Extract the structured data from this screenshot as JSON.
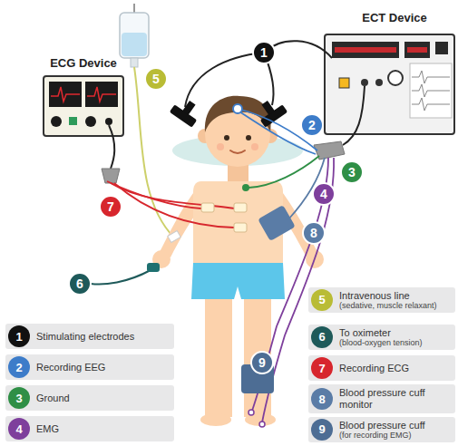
{
  "diagram": {
    "nodes": [
      {
        "text": [
          "1"
        ]
      },
      {
        "text": [
          "ECT Device"
        ]
      },
      {
        "text": [
          "ECG Device"
        ]
      },
      {
        "text": [
          "5"
        ]
      },
      {
        "text": [
          "2"
        ]
      },
      {
        "text": [
          "3"
        ]
      },
      {
        "text": [
          "4"
        ]
      },
      {
        "text": [
          "7"
        ]
      },
      {
        "text": [
          "8"
        ]
      },
      {
        "text": [
          "6"
        ]
      },
      {
        "text": [
          "9"
        ]
      },
      {
        "text": [
          "Intravenous line",
          "(sedative, muscle relaxant)"
        ]
      },
      {
        "text": [
          "5"
        ],
        "in": 11
      },
      {
        "text": [
          "Stimulating electrodes"
        ]
      },
      {
        "text": [
          "1"
        ],
        "in": 13
      },
      {
        "text": [
          "To oximeter",
          "(blood-oxygen tension)"
        ]
      },
      {
        "text": [
          "6"
        ],
        "in": 15
      },
      {
        "text": [
          "Recording EEG"
        ]
      },
      {
        "text": [
          "2"
        ],
        "in": 17
      },
      {
        "text": [
          "Recording ECG"
        ]
      },
      {
        "text": [
          "7"
        ],
        "in": 19
      },
      {
        "text": [
          "Ground"
        ]
      },
      {
        "text": [
          "3"
        ],
        "in": 21
      },
      {
        "text": [
          "Blood pressure cuff monitor"
        ]
      },
      {
        "text": [
          "8"
        ],
        "in": 23
      },
      {
        "text": [
          "EMG"
        ]
      },
      {
        "text": [
          "4"
        ],
        "in": 25
      },
      {
        "text": [
          "Blood pressure cuff",
          "(for recording EMG)"
        ]
      },
      {
        "text": [
          "9"
        ],
        "in": 27
      }
    ]
  }
}
